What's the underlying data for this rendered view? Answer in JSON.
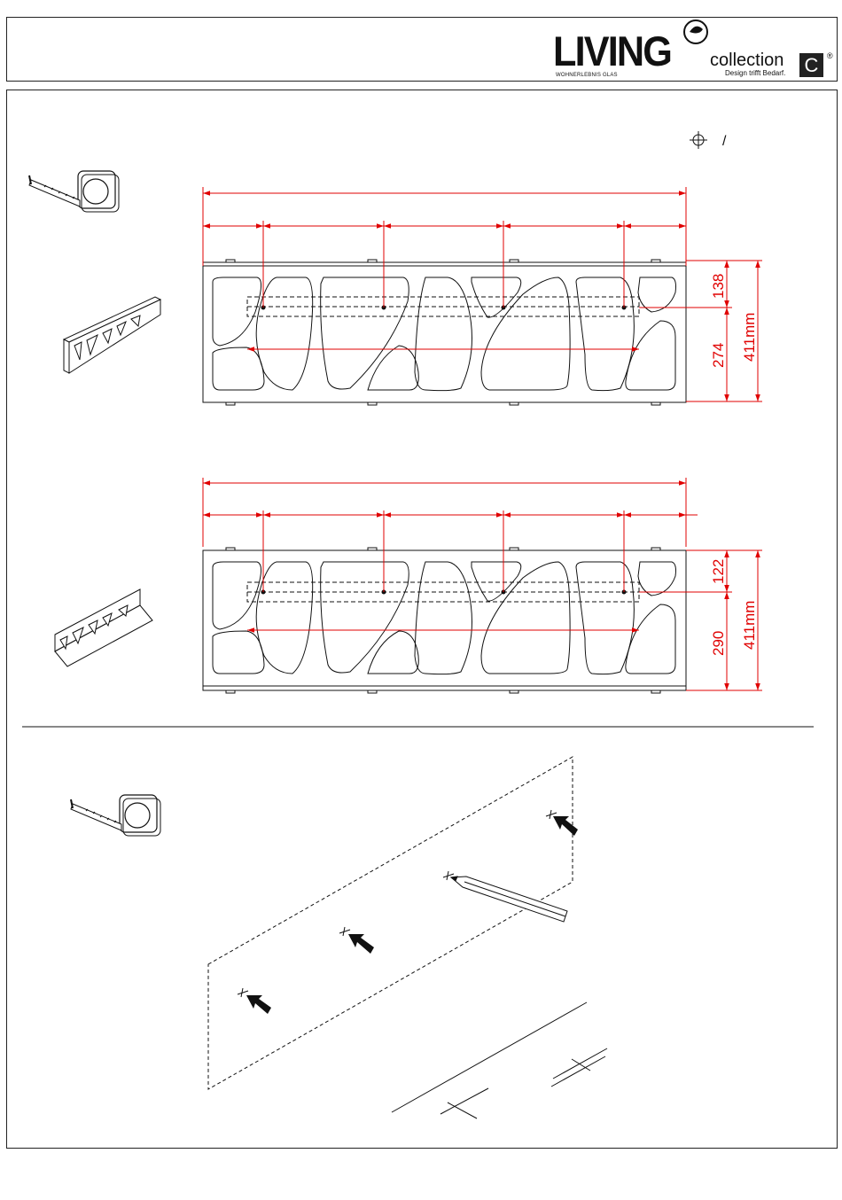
{
  "brand": {
    "name": "LIVING",
    "subline": "WOHNERLEBNIS GLAS",
    "collection": "collection",
    "tagline": "Design trifft Bedarf.",
    "badge_letter": "C",
    "registered": "®"
  },
  "legend": {
    "slash": "/"
  },
  "diagram_top": {
    "dim_upper": "138",
    "dim_lower": "274",
    "dim_total": "411mm"
  },
  "diagram_middle": {
    "dim_upper": "122",
    "dim_lower": "290",
    "dim_total": "411mm"
  },
  "colors": {
    "dimension": "#e00000",
    "line": "#111111"
  }
}
